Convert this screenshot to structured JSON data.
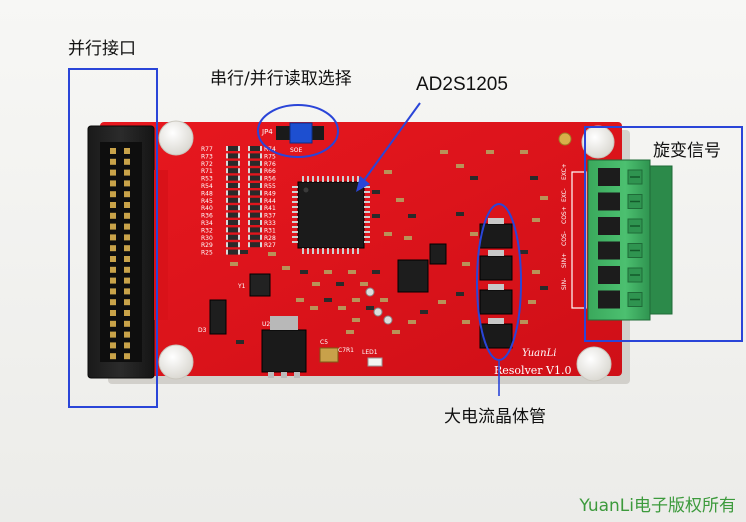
{
  "annotations": {
    "parallel_port": "并行接口",
    "select_jumper": "串行/并行读取选择",
    "chip": "AD2S1205",
    "resolver_signal": "旋变信号",
    "power_transistors": "大电流晶体管"
  },
  "board": {
    "brand": "YuanLi",
    "name": "Resolver V1.0",
    "jumper_label": "JP4",
    "jumper_sub": "SOE",
    "led_label": "LED1",
    "refs": {
      "c5": "C5",
      "c7r1": "C7R1",
      "u2": "U2",
      "d3": "D3",
      "y1": "Y1"
    },
    "resistor_refs_left": [
      "R77",
      "R73",
      "R72",
      "R71",
      "R53",
      "R54",
      "R48",
      "R45",
      "R40",
      "R36",
      "R34",
      "R32",
      "R30",
      "R29",
      "R25"
    ],
    "resistor_refs_right": [
      "R74",
      "R75",
      "R76",
      "R66",
      "R56",
      "R55",
      "R49",
      "R44",
      "R41",
      "R37",
      "R33",
      "R31",
      "R28",
      "R27"
    ],
    "connector_pins": [
      "SIN-",
      "SIN+",
      "COS-",
      "COS+",
      "EXC-",
      "EXC+"
    ]
  },
  "colors": {
    "pcb": "#e0141c",
    "annotation_line": "#2a45d8",
    "watermark": "#3c9a3c"
  },
  "watermark": "YuanLi电子版权所有"
}
